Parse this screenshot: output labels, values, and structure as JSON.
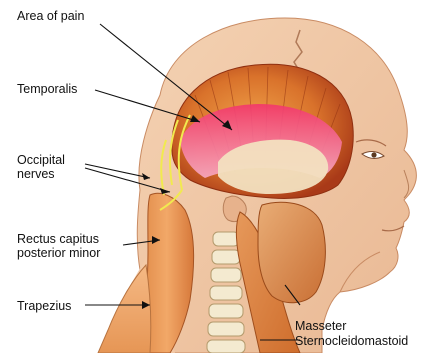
{
  "labels": {
    "area_of_pain": "Area of pain",
    "temporalis": "Temporalis",
    "occipital_nerves": "Occipital nerves",
    "rectus_capitus": "Rectus capitus posterior minor",
    "trapezius": "Trapezius",
    "masseter": "Masseter",
    "sternocleidomastoid": "Sternocleidomastoid"
  },
  "colors": {
    "skin": "#f1c9a8",
    "skin_shadow": "#e2ad86",
    "muscle_dark": "#b5421b",
    "muscle_mid": "#d9722b",
    "muscle_light": "#f0a24a",
    "pain": "#f2386a",
    "pain_light": "#f59fb7",
    "nerve": "#f1ea4f",
    "bone": "#f2e7c8"
  }
}
